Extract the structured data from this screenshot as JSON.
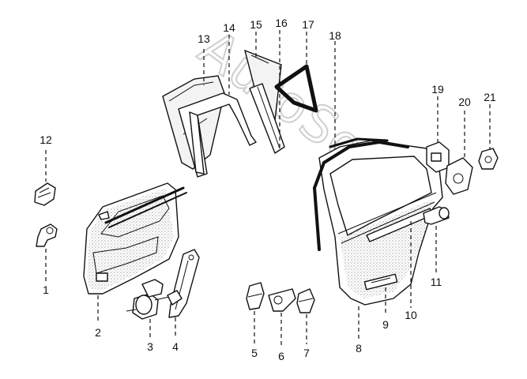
{
  "watermark": "AutoSoft",
  "callouts": [
    {
      "id": "c1",
      "num": "1"
    },
    {
      "id": "c2",
      "num": "2"
    },
    {
      "id": "c3",
      "num": "3"
    },
    {
      "id": "c4",
      "num": "4"
    },
    {
      "id": "c5",
      "num": "5"
    },
    {
      "id": "c6",
      "num": "6"
    },
    {
      "id": "c7",
      "num": "7"
    },
    {
      "id": "c8",
      "num": "8"
    },
    {
      "id": "c9",
      "num": "9"
    },
    {
      "id": "c10",
      "num": "10"
    },
    {
      "id": "c11",
      "num": "11"
    },
    {
      "id": "c12",
      "num": "12"
    },
    {
      "id": "c13",
      "num": "13"
    },
    {
      "id": "c14",
      "num": "14"
    },
    {
      "id": "c15",
      "num": "15"
    },
    {
      "id": "c16",
      "num": "16"
    },
    {
      "id": "c17",
      "num": "17"
    },
    {
      "id": "c18",
      "num": "18"
    },
    {
      "id": "c19",
      "num": "19"
    },
    {
      "id": "c20",
      "num": "20"
    },
    {
      "id": "c21",
      "num": "21"
    }
  ]
}
